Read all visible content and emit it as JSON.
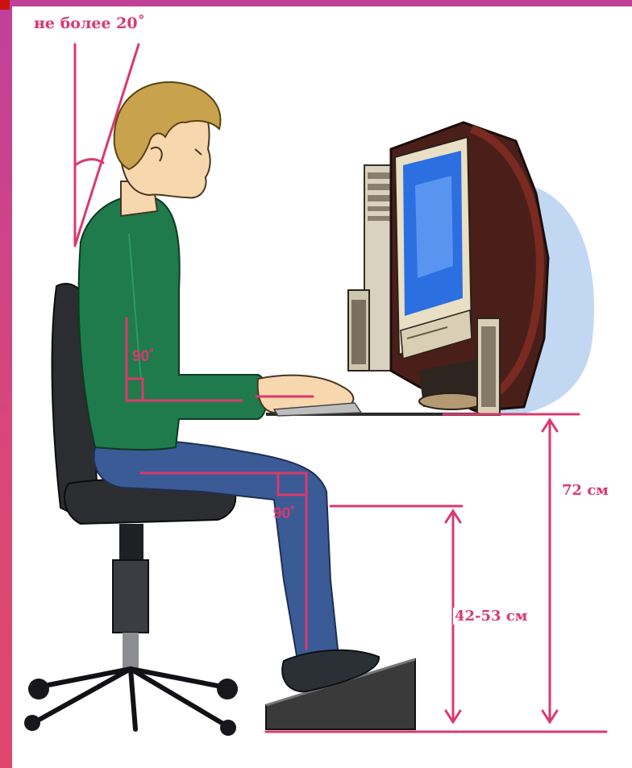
{
  "labels": {
    "back_angle": "не более 20˚",
    "elbow_angle": "90˚",
    "knee_angle": "90˚",
    "desk_height": "72 см",
    "seat_height": "42-53 см"
  },
  "colors": {
    "annotation": "#d93a6e",
    "sweater": "#1f7a4c",
    "jeans": "#3a5b95",
    "skin": "#f7d7ad",
    "hair": "#c9a24e",
    "chair": "#2c2d31",
    "monitor_screen": "#2c6fe0"
  }
}
